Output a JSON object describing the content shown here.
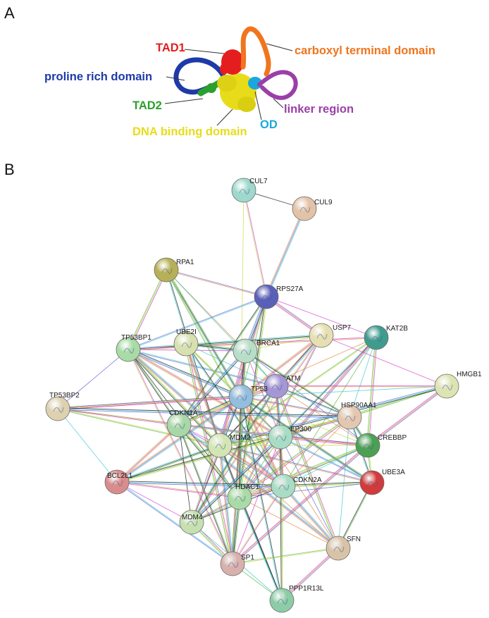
{
  "panel_a": {
    "letter": "A",
    "domains": [
      {
        "key": "tad1",
        "label": "TAD1",
        "color": "#e41e1e"
      },
      {
        "key": "ctd",
        "label": "carboxyl terminal domain",
        "color": "#f0751e"
      },
      {
        "key": "prd",
        "label": "proline rich domain",
        "color": "#1e3aa8"
      },
      {
        "key": "tad2",
        "label": "TAD2",
        "color": "#2ca02c"
      },
      {
        "key": "linker",
        "label": "linker region",
        "color": "#9b3fa8"
      },
      {
        "key": "od",
        "label": "OD",
        "color": "#1aa7e0"
      },
      {
        "key": "dbd",
        "label": "DNA binding domain",
        "color": "#e8dc1a"
      }
    ]
  },
  "panel_b": {
    "letter": "B",
    "nodes": [
      {
        "id": "CUL7",
        "color": "#9fd8cc"
      },
      {
        "id": "CUL9",
        "color": "#e3c3a8"
      },
      {
        "id": "RPA1",
        "color": "#b6b057"
      },
      {
        "id": "RPS27A",
        "color": "#5a5fb8"
      },
      {
        "id": "USP7",
        "color": "#e6dfb1"
      },
      {
        "id": "KAT2B",
        "color": "#3f9b8e"
      },
      {
        "id": "TP53BP1",
        "color": "#a8dba6"
      },
      {
        "id": "UBE2I",
        "color": "#d8e0b0"
      },
      {
        "id": "BRCA1",
        "color": "#b8dec8"
      },
      {
        "id": "ATM",
        "color": "#a596d6"
      },
      {
        "id": "HMGB1",
        "color": "#dde4b4"
      },
      {
        "id": "TP53",
        "color": "#93bedd"
      },
      {
        "id": "TP53BP2",
        "color": "#ddd1b0"
      },
      {
        "id": "CDKN1A",
        "color": "#a8d8a8"
      },
      {
        "id": "HSP90AA1",
        "color": "#e4c7b0"
      },
      {
        "id": "EP300",
        "color": "#a8dcc4"
      },
      {
        "id": "MDM2",
        "color": "#d2e6b4"
      },
      {
        "id": "CREBBP",
        "color": "#4ca053"
      },
      {
        "id": "BCL2L1",
        "color": "#d98c8c"
      },
      {
        "id": "UBE3A",
        "color": "#d13b3b"
      },
      {
        "id": "CDKN2A",
        "color": "#a8dcc4"
      },
      {
        "id": "HDAC1",
        "color": "#a8dba6"
      },
      {
        "id": "MDM4",
        "color": "#c6e0b0"
      },
      {
        "id": "SFN",
        "color": "#d8c3a8"
      },
      {
        "id": "SP1",
        "color": "#d8b0ac"
      },
      {
        "id": "PPP1R13L",
        "color": "#8ccca6"
      }
    ]
  }
}
